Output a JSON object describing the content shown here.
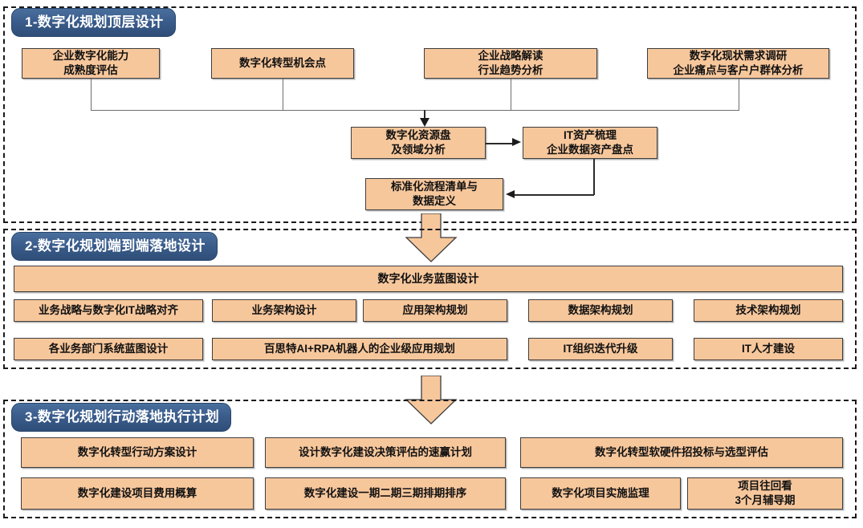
{
  "sections": [
    {
      "id": "section-1",
      "title": "1-数字化规划顶层设计",
      "top_row": [
        "企业数字化能力\n成熟度评估",
        "数字化转型机会点",
        "企业战略解读\n行业趋势分析",
        "数字化现状需求调研\n企业痛点与客户户群体分析"
      ],
      "mid_row": [
        "数字化资源盘\n及领域分析",
        "IT资产梳理\n企业数据资产盘点"
      ],
      "bottom_row": [
        "标准化流程清单与\n数据定义"
      ]
    },
    {
      "id": "section-2",
      "title": "2-数字化规划端到端落地设计",
      "banner_box": "数字化业务蓝图设计",
      "row1": [
        "业务战略与数字化IT战略对齐",
        "业务架构设计",
        "应用架构规划",
        "数据架构规划",
        "技术架构规划"
      ],
      "row2": [
        "各业务部门系统蓝图设计",
        "百思特AI+RPA机器人的企业级应用规划",
        "IT组织迭代升级",
        "IT人才建设"
      ]
    },
    {
      "id": "section-3",
      "title": "3-数字化规划行动落地执行计划",
      "row1": [
        "数字化转型行动方案设计",
        "设计数字化建设决策评估的速赢计划",
        "数字化转型软硬件招投标与选型评估"
      ],
      "row2": [
        "数字化建设项目费用概算",
        "数字化建设一期二期三期排期排序",
        "数字化项目实施监理",
        "项目往回看\n3个月辅导期"
      ]
    }
  ],
  "arrows": {
    "section1_to_section2": "down-block-arrow",
    "section2_to_section3": "down-block-arrow"
  },
  "colors": {
    "banner_blue": "#3b5d8c",
    "box_peach": "#f7c79c",
    "box_border": "#3d3d3d",
    "section_border": "#1a1a1a",
    "arrow_fill": "#f7c79c"
  }
}
